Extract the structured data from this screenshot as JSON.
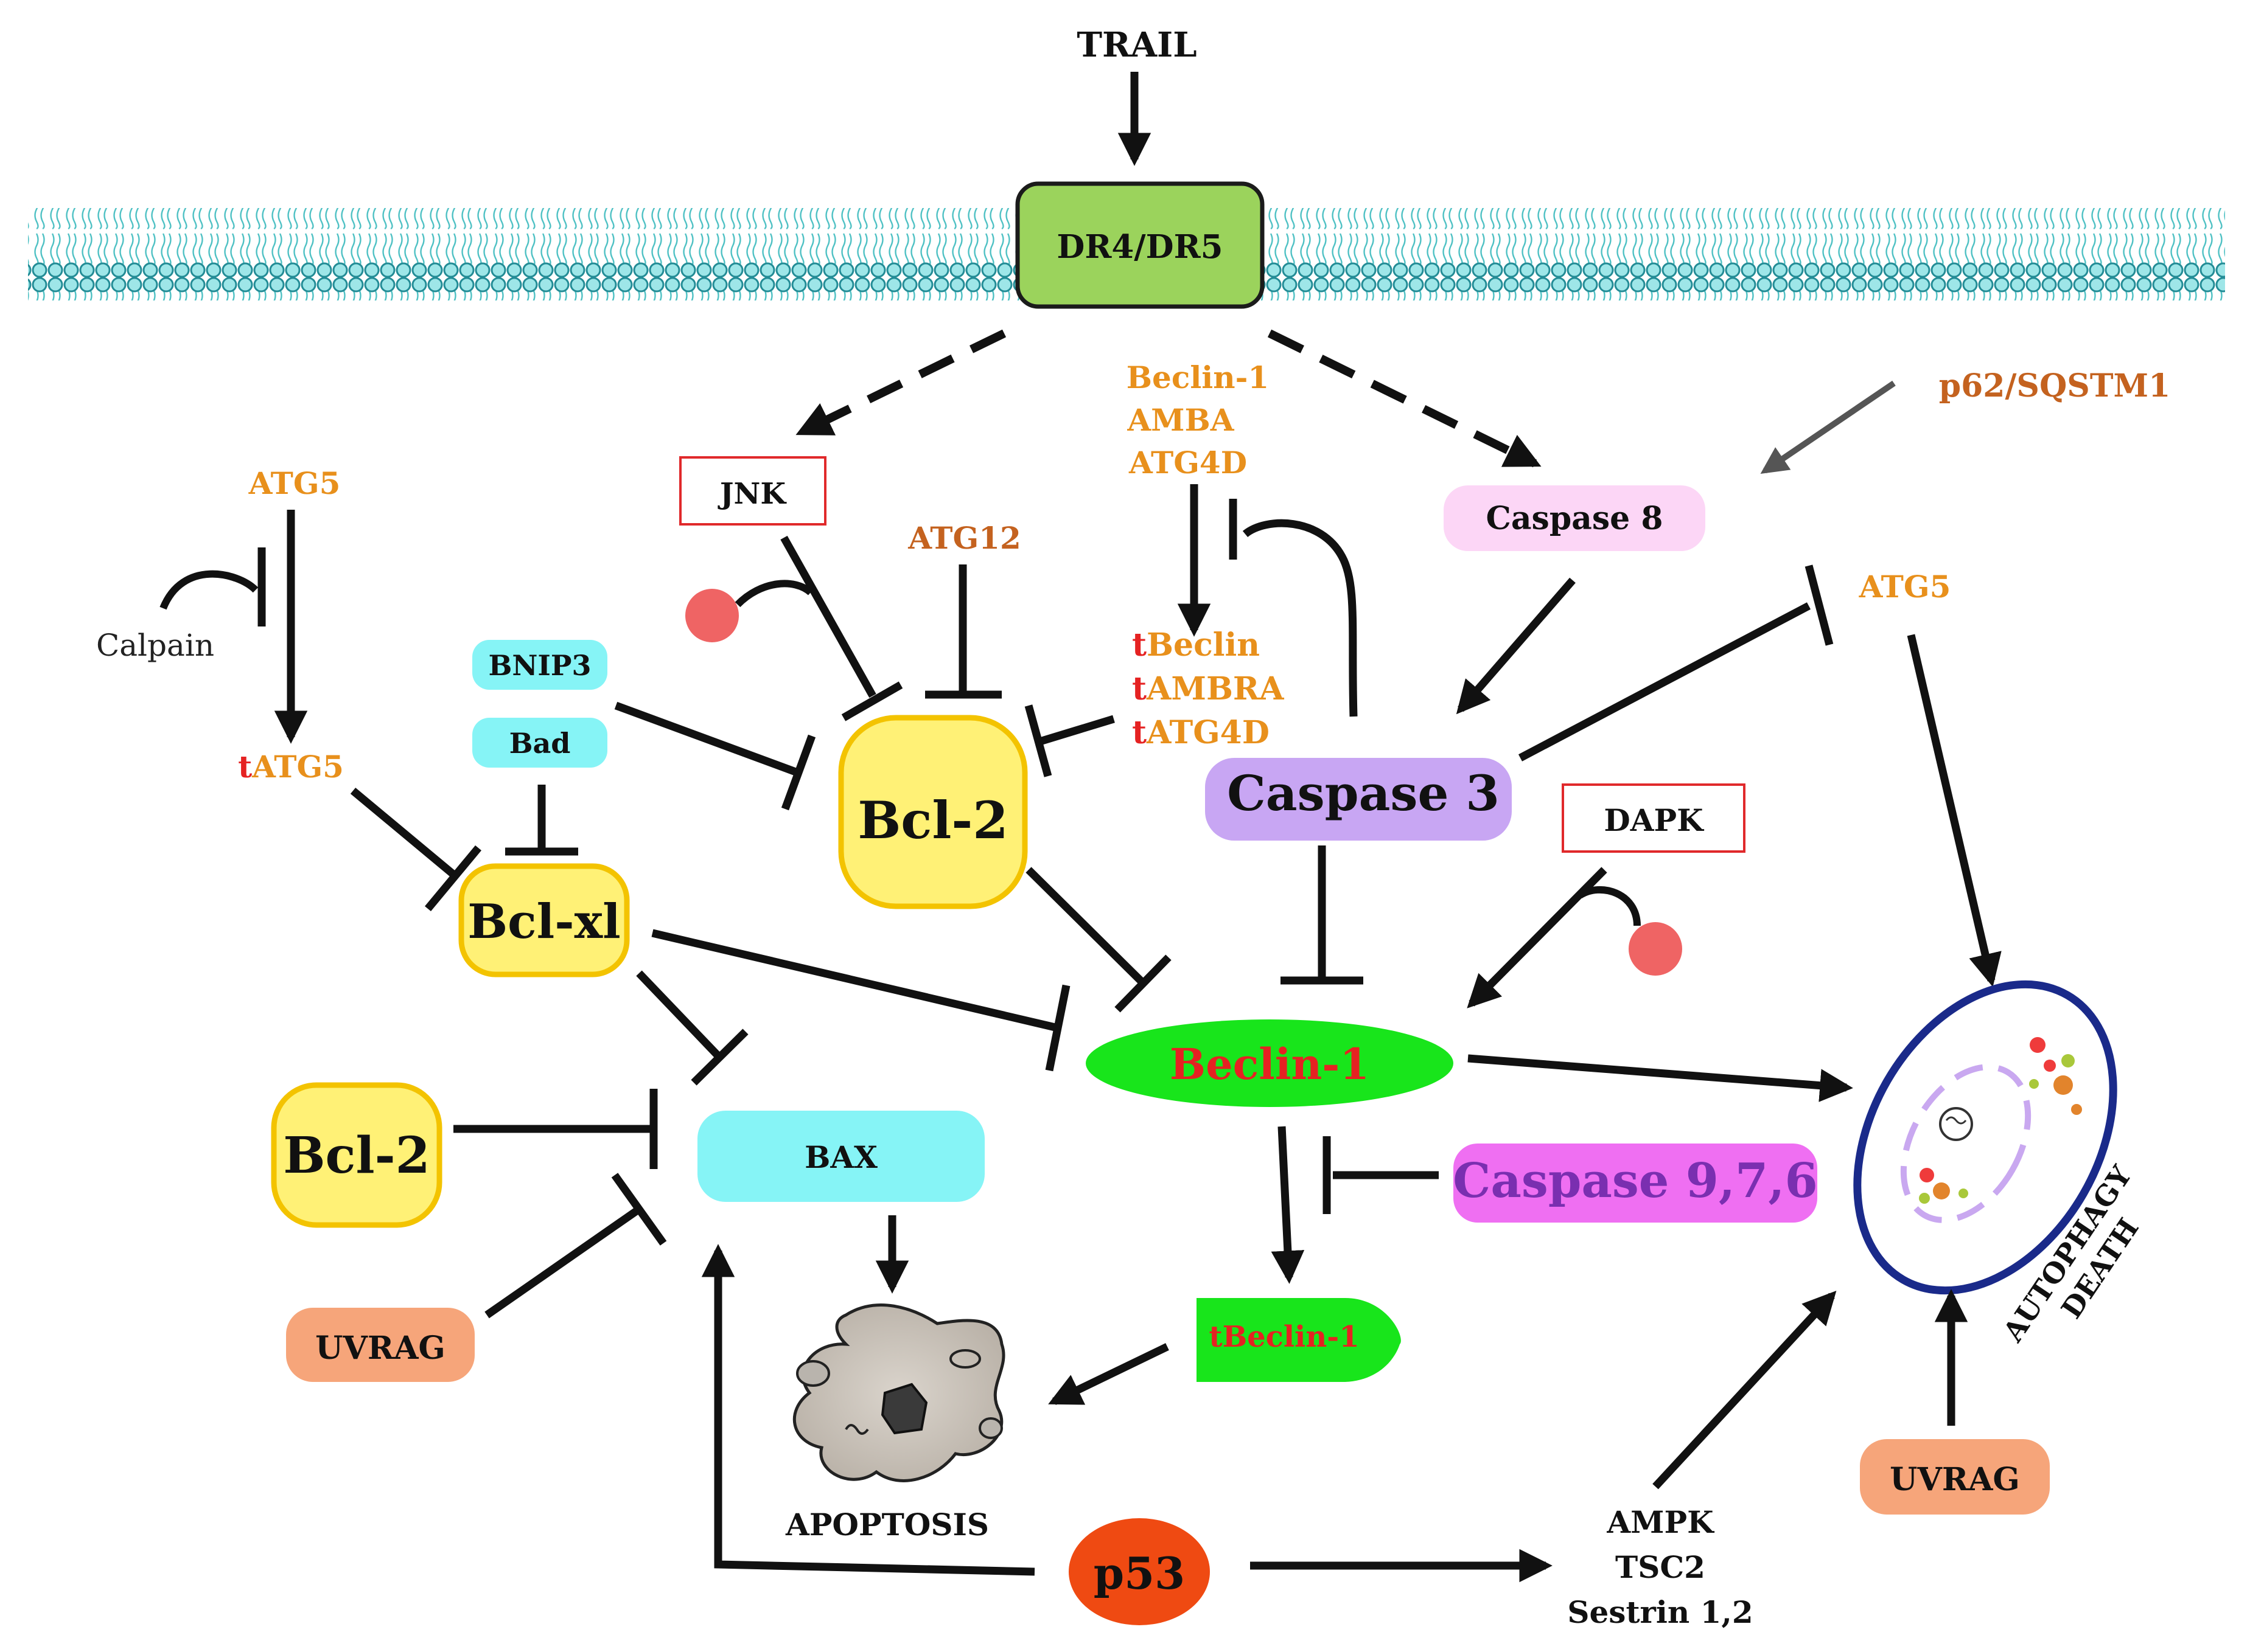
{
  "colors": {
    "membrane_head": "#4fc1c4",
    "receptor_fill": "#9bd35c",
    "bcl2_fill": "#fff176",
    "bcl2_stroke": "#f3c300",
    "caspase3_fill": "#c8a6f3",
    "caspase976_fill": "#ef6ff2",
    "caspase976_text": "#7a2fb0",
    "caspase8_fill": "#fcd6f6",
    "cyan_box": "#86f4f6",
    "uvrag_fill": "#f6a57a",
    "beclin_fill": "#18e51b",
    "p53_fill": "#ef4a12",
    "orange_label": "#e8901c",
    "brown_label": "#c4621f",
    "red_label": "#e52222",
    "inhibitor_dot": "#ef6464",
    "cell_outline": "#1a2a8a"
  },
  "top": {
    "ligand": "TRAIL",
    "receptor": "DR4/DR5"
  },
  "left": {
    "atg5": "ATG5",
    "calpain": "Calpain",
    "tatg5_prefix": "t",
    "tatg5_rest": "ATG5",
    "bnip3": "BNIP3",
    "bad": "Bad",
    "bclxl": "Bcl-xl",
    "bcl2_lower": "Bcl-2",
    "uvrag_left": "UVRAG"
  },
  "center": {
    "jnk": "JNK",
    "atg12": "ATG12",
    "bcl2_upper": "Bcl-2",
    "beclin_group": [
      "Beclin-1",
      "AMBA",
      "ATG4D"
    ],
    "truncated_prefix": "t",
    "truncated_rest": [
      "Beclin",
      "AMBRA",
      "ATG4D"
    ],
    "bax": "BAX",
    "apoptosis": "APOPTOSIS",
    "beclin1": "Beclin-1",
    "tbeclin1": "tBeclin-1",
    "p53": "p53"
  },
  "right": {
    "p62": "p62/SQSTM1",
    "caspase8": "Caspase 8",
    "atg5": "ATG5",
    "caspase3": "Caspase 3",
    "dapk": "DAPK",
    "caspase976": "Caspase 9,7,6",
    "autophagy_line1": "AUTOPHAGY",
    "autophagy_line2": "DEATH",
    "uvrag_right": "UVRAG",
    "ampk_group": [
      "AMPK",
      "TSC2",
      "Sestrin 1,2"
    ]
  }
}
